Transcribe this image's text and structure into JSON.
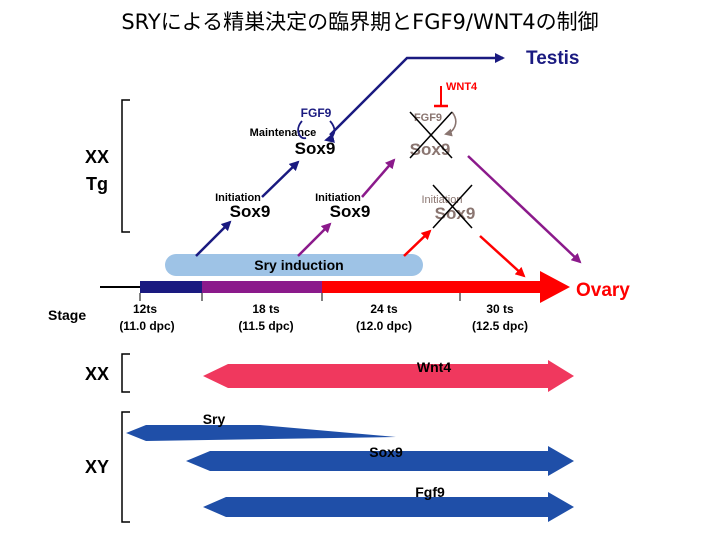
{
  "title": "SRYによる精巣決定の臨界期とFGF9/WNT4の制御",
  "colors": {
    "navy": "#1a1a80",
    "purple": "#8b1a8b",
    "red": "#ff0000",
    "gray_text": "#8a7570",
    "blue_band": "#1f4fa8",
    "pink_band": "#f0385e",
    "sry_pill": "#9ec3e6"
  },
  "labels": {
    "testis": "Testis",
    "ovary": "Ovary",
    "xx_tg_line1": "XX",
    "xx_tg_line2": "Tg",
    "stage": "Stage",
    "xx": "XX",
    "xy": "XY",
    "sry_induction": "Sry induction",
    "fgf9_top": "FGF9",
    "maintenance": "Maintenance",
    "sox9_maint": "Sox9",
    "initiation_1": "Initiation",
    "sox9_1": "Sox9",
    "initiation_2": "Initiation",
    "sox9_2": "Sox9",
    "wnt4_inhib": "WNT4",
    "fgf9_crossed": "FGF9",
    "sox9_crossed_top": "Sox9",
    "initiation_crossed": "Initiation",
    "sox9_crossed_low": "Sox9"
  },
  "stages": [
    {
      "ts": "12ts",
      "dpc": "(11.0 dpc)"
    },
    {
      "ts": "18 ts",
      "dpc": "(11.5 dpc)"
    },
    {
      "ts": "24 ts",
      "dpc": "(12.0 dpc)"
    },
    {
      "ts": "30 ts",
      "dpc": "(12.5 dpc)"
    }
  ],
  "expression": {
    "xx": [
      {
        "gene": "Wnt4"
      }
    ],
    "xy": [
      {
        "gene": "Sry"
      },
      {
        "gene": "Sox9"
      },
      {
        "gene": "Fgf9"
      }
    ]
  }
}
